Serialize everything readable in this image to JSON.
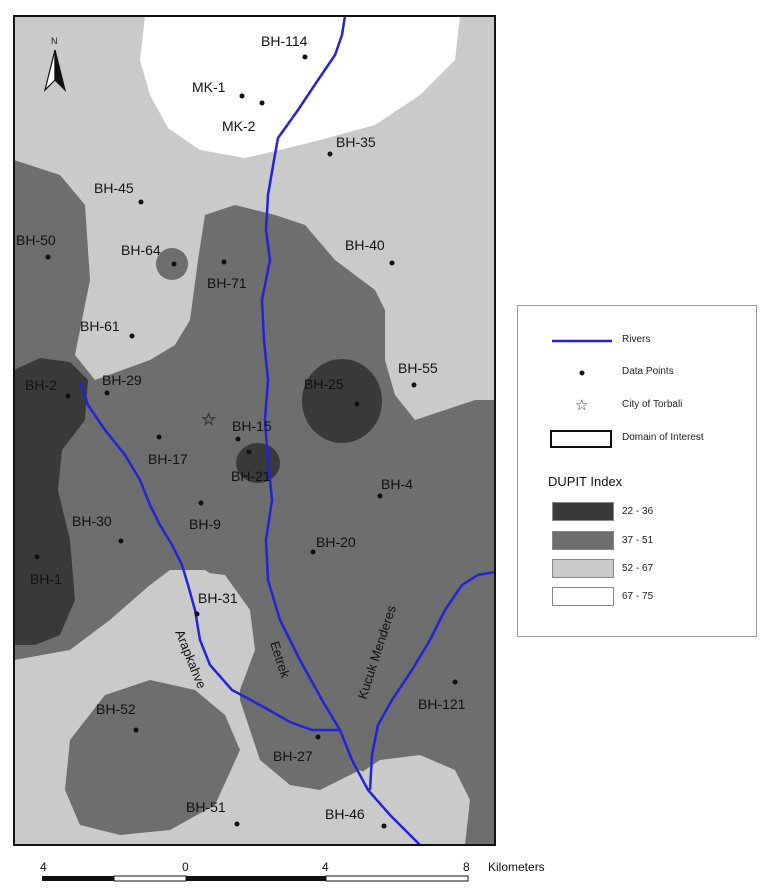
{
  "north_label": "N",
  "colors": {
    "c1": "#3a3a3a",
    "c2": "#6e6e6e",
    "c3": "#cacaca",
    "c4": "#ffffff",
    "river": "#2424d6"
  },
  "points": [
    {
      "label": "BH-114"
    },
    {
      "label": "MK-1"
    },
    {
      "label": "MK-2"
    },
    {
      "label": "BH-35"
    },
    {
      "label": "BH-45"
    },
    {
      "label": "BH-50"
    },
    {
      "label": "BH-64"
    },
    {
      "label": "BH-71"
    },
    {
      "label": "BH-40"
    },
    {
      "label": "BH-61"
    },
    {
      "label": "BH-2"
    },
    {
      "label": "BH-29"
    },
    {
      "label": "BH-25"
    },
    {
      "label": "BH-55"
    },
    {
      "label": "BH-15"
    },
    {
      "label": "BH-17"
    },
    {
      "label": "BH-21"
    },
    {
      "label": "BH-4"
    },
    {
      "label": "BH-30"
    },
    {
      "label": "BH-9"
    },
    {
      "label": "BH-20"
    },
    {
      "label": "BH-1"
    },
    {
      "label": "BH-31"
    },
    {
      "label": "BH-121"
    },
    {
      "label": "BH-52"
    },
    {
      "label": "BH-27"
    },
    {
      "label": "BH-51"
    },
    {
      "label": "BH-46"
    }
  ],
  "rivers": [
    {
      "label": "Eetrek"
    },
    {
      "label": "Kucuk Menderes"
    },
    {
      "label": "Arapkahve"
    }
  ],
  "legend": {
    "items": [
      {
        "label": "Rivers",
        "icon": "river-line-icon"
      },
      {
        "label": "Data Points",
        "icon": "data-point-icon"
      },
      {
        "label": "City of Torbali",
        "icon": "star-icon"
      },
      {
        "label": "Domain of Interest",
        "icon": "domain-box-icon"
      }
    ],
    "index_title": "DUPIT Index",
    "classes": [
      {
        "label": "22 - 36",
        "color": "#3a3a3a"
      },
      {
        "label": "37 - 51",
        "color": "#6e6e6e"
      },
      {
        "label": "52 - 67",
        "color": "#cacaca"
      },
      {
        "label": "67 - 75",
        "color": "#ffffff"
      }
    ]
  },
  "scale": {
    "ticks": [
      "4",
      "0",
      "4",
      "8"
    ],
    "unit": "Kilometers"
  }
}
